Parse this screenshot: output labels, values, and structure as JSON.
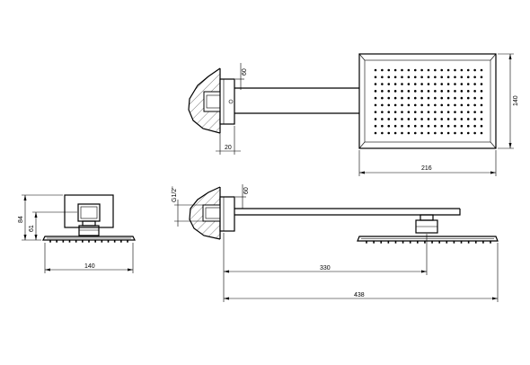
{
  "dimensions": {
    "arm_length": "330",
    "total_length": "438",
    "head_width": "216",
    "head_depth": "140",
    "head_depth_front": "140",
    "flange_height_top": "60",
    "flange_height_side": "60",
    "flange_thickness": "20",
    "total_height_front": "84",
    "head_height_front": "61",
    "thread_size": "G1/2\""
  }
}
